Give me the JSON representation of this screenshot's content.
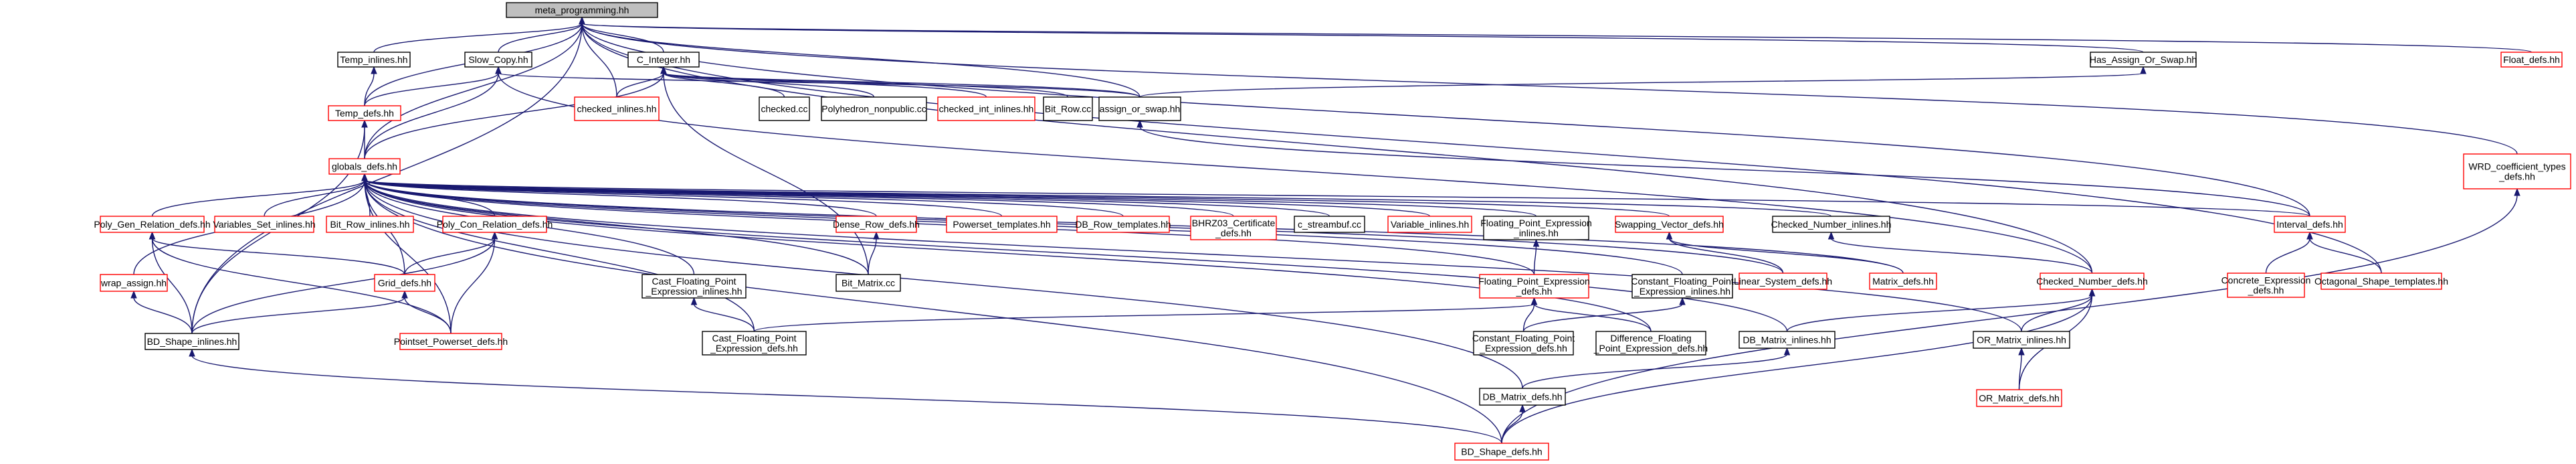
{
  "colors": {
    "edge": "#191970",
    "border_black": "#000000",
    "border_red": "#ff0000",
    "root_fill": "#bfbfbf",
    "fill": "#ffffff"
  },
  "nodes": [
    {
      "id": "meta",
      "lines": [
        "meta_programming.hh"
      ],
      "style": "root"
    },
    {
      "id": "temp_inl",
      "lines": [
        "Temp_inlines.hh"
      ],
      "style": "black"
    },
    {
      "id": "slow_copy",
      "lines": [
        "Slow_Copy.hh"
      ],
      "style": "black"
    },
    {
      "id": "c_integer",
      "lines": [
        "C_Integer.hh"
      ],
      "style": "black"
    },
    {
      "id": "has_assign",
      "lines": [
        "Has_Assign_Or_Swap.hh"
      ],
      "style": "black"
    },
    {
      "id": "float_defs",
      "lines": [
        "Float_defs.hh"
      ],
      "style": "red"
    },
    {
      "id": "temp_defs",
      "lines": [
        "Temp_defs.hh"
      ],
      "style": "red"
    },
    {
      "id": "checked_inl",
      "lines": [
        "checked_inlines.hh"
      ],
      "style": "red"
    },
    {
      "id": "checked_cc",
      "lines": [
        "checked.cc"
      ],
      "style": "black"
    },
    {
      "id": "polyhedron_np",
      "lines": [
        "Polyhedron_nonpublic.cc"
      ],
      "style": "black"
    },
    {
      "id": "checked_int_inl",
      "lines": [
        "checked_int_inlines.hh"
      ],
      "style": "red"
    },
    {
      "id": "bit_row_cc",
      "lines": [
        "Bit_Row.cc"
      ],
      "style": "black"
    },
    {
      "id": "assign_swap",
      "lines": [
        "assign_or_swap.hh"
      ],
      "style": "black"
    },
    {
      "id": "wrd_coef",
      "lines": [
        "WRD_coefficient_types",
        "_defs.hh"
      ],
      "style": "red"
    },
    {
      "id": "globals",
      "lines": [
        "globals_defs.hh"
      ],
      "style": "red"
    },
    {
      "id": "poly_gen",
      "lines": [
        "Poly_Gen_Relation_defs.hh"
      ],
      "style": "red"
    },
    {
      "id": "variables_set",
      "lines": [
        "Variables_Set_inlines.hh"
      ],
      "style": "red"
    },
    {
      "id": "bit_row_inl",
      "lines": [
        "Bit_Row_inlines.hh"
      ],
      "style": "red"
    },
    {
      "id": "poly_con",
      "lines": [
        "Poly_Con_Relation_defs.hh"
      ],
      "style": "red"
    },
    {
      "id": "dense_row",
      "lines": [
        "Dense_Row_defs.hh"
      ],
      "style": "red"
    },
    {
      "id": "powerset_tpl",
      "lines": [
        "Powerset_templates.hh"
      ],
      "style": "red"
    },
    {
      "id": "db_row_tpl",
      "lines": [
        "DB_Row_templates.hh"
      ],
      "style": "red"
    },
    {
      "id": "bhrz03",
      "lines": [
        "BHRZ03_Certificate",
        "_defs.hh"
      ],
      "style": "red"
    },
    {
      "id": "c_streambuf",
      "lines": [
        "c_streambuf.cc"
      ],
      "style": "black"
    },
    {
      "id": "variable_inl",
      "lines": [
        "Variable_inlines.hh"
      ],
      "style": "red"
    },
    {
      "id": "fpe_inl",
      "lines": [
        "Floating_Point_Expression",
        "_inlines.hh"
      ],
      "style": "black"
    },
    {
      "id": "swapping_vec",
      "lines": [
        "Swapping_Vector_defs.hh"
      ],
      "style": "red"
    },
    {
      "id": "checked_num_inl",
      "lines": [
        "Checked_Number_inlines.hh"
      ],
      "style": "black"
    },
    {
      "id": "interval_defs",
      "lines": [
        "Interval_defs.hh"
      ],
      "style": "red"
    },
    {
      "id": "wrap_assign",
      "lines": [
        "wrap_assign.hh"
      ],
      "style": "red"
    },
    {
      "id": "grid_defs",
      "lines": [
        "Grid_defs.hh"
      ],
      "style": "red"
    },
    {
      "id": "cast_fpe_inl",
      "lines": [
        "Cast_Floating_Point",
        "_Expression_inlines.hh"
      ],
      "style": "black"
    },
    {
      "id": "bit_matrix",
      "lines": [
        "Bit_Matrix.cc"
      ],
      "style": "black"
    },
    {
      "id": "fpe_defs",
      "lines": [
        "Floating_Point_Expression",
        "_defs.hh"
      ],
      "style": "red"
    },
    {
      "id": "const_fpe_inl",
      "lines": [
        "Constant_Floating_Point",
        "_Expression_inlines.hh"
      ],
      "style": "black"
    },
    {
      "id": "linear_sys",
      "lines": [
        "Linear_System_defs.hh"
      ],
      "style": "red"
    },
    {
      "id": "matrix_defs",
      "lines": [
        "Matrix_defs.hh"
      ],
      "style": "red"
    },
    {
      "id": "checked_num_defs",
      "lines": [
        "Checked_Number_defs.hh"
      ],
      "style": "red"
    },
    {
      "id": "concrete_expr",
      "lines": [
        "Concrete_Expression",
        "_defs.hh"
      ],
      "style": "red"
    },
    {
      "id": "octagonal",
      "lines": [
        "Octagonal_Shape_templates.hh"
      ],
      "style": "red"
    },
    {
      "id": "bd_shape_inl",
      "lines": [
        "BD_Shape_inlines.hh"
      ],
      "style": "black"
    },
    {
      "id": "pointset_pw",
      "lines": [
        "Pointset_Powerset_defs.hh"
      ],
      "style": "red"
    },
    {
      "id": "cast_fpe_defs",
      "lines": [
        "Cast_Floating_Point",
        "_Expression_defs.hh"
      ],
      "style": "black"
    },
    {
      "id": "const_fpe_defs",
      "lines": [
        "Constant_Floating_Point",
        "_Expression_defs.hh"
      ],
      "style": "black"
    },
    {
      "id": "diff_fpe",
      "lines": [
        "Difference_Floating",
        "_Point_Expression_defs.hh"
      ],
      "style": "black"
    },
    {
      "id": "db_matrix_inl",
      "lines": [
        "DB_Matrix_inlines.hh"
      ],
      "style": "black"
    },
    {
      "id": "or_matrix_inl",
      "lines": [
        "OR_Matrix_inlines.hh"
      ],
      "style": "black"
    },
    {
      "id": "db_matrix_defs",
      "lines": [
        "DB_Matrix_defs.hh"
      ],
      "style": "black"
    },
    {
      "id": "or_matrix_defs",
      "lines": [
        "OR_Matrix_defs.hh"
      ],
      "style": "red"
    },
    {
      "id": "bd_shape_defs",
      "lines": [
        "BD_Shape_defs.hh"
      ],
      "style": "red"
    }
  ],
  "edges": [
    [
      "meta",
      "temp_inl"
    ],
    [
      "meta",
      "slow_copy"
    ],
    [
      "meta",
      "c_integer"
    ],
    [
      "meta",
      "has_assign"
    ],
    [
      "meta",
      "float_defs"
    ],
    [
      "meta",
      "temp_defs"
    ],
    [
      "meta",
      "checked_inl"
    ],
    [
      "meta",
      "assign_swap"
    ],
    [
      "meta",
      "wrd_coef"
    ],
    [
      "meta",
      "globals"
    ],
    [
      "meta",
      "interval_defs"
    ],
    [
      "meta",
      "checked_num_defs"
    ],
    [
      "meta",
      "octagonal"
    ],
    [
      "meta",
      "bd_shape_inl"
    ],
    [
      "temp_inl",
      "temp_defs"
    ],
    [
      "slow_copy",
      "temp_defs"
    ],
    [
      "slow_copy",
      "globals"
    ],
    [
      "slow_copy",
      "assign_swap"
    ],
    [
      "slow_copy",
      "checked_num_defs"
    ],
    [
      "c_integer",
      "checked_inl"
    ],
    [
      "c_integer",
      "checked_cc"
    ],
    [
      "c_integer",
      "polyhedron_np"
    ],
    [
      "c_integer",
      "checked_int_inl"
    ],
    [
      "c_integer",
      "bit_row_cc"
    ],
    [
      "c_integer",
      "assign_swap"
    ],
    [
      "c_integer",
      "globals"
    ],
    [
      "c_integer",
      "bit_matrix"
    ],
    [
      "has_assign",
      "assign_swap"
    ],
    [
      "assign_swap",
      "interval_defs"
    ],
    [
      "temp_defs",
      "globals"
    ],
    [
      "temp_defs",
      "bd_shape_inl"
    ],
    [
      "globals",
      "poly_gen"
    ],
    [
      "globals",
      "variables_set"
    ],
    [
      "globals",
      "bit_row_inl"
    ],
    [
      "globals",
      "poly_con"
    ],
    [
      "globals",
      "dense_row"
    ],
    [
      "globals",
      "powerset_tpl"
    ],
    [
      "globals",
      "db_row_tpl"
    ],
    [
      "globals",
      "bhrz03"
    ],
    [
      "globals",
      "c_streambuf"
    ],
    [
      "globals",
      "variable_inl"
    ],
    [
      "globals",
      "fpe_inl"
    ],
    [
      "globals",
      "swapping_vec"
    ],
    [
      "globals",
      "checked_num_inl"
    ],
    [
      "globals",
      "interval_defs"
    ],
    [
      "globals",
      "wrap_assign"
    ],
    [
      "globals",
      "grid_defs"
    ],
    [
      "globals",
      "cast_fpe_inl"
    ],
    [
      "globals",
      "bit_matrix"
    ],
    [
      "globals",
      "fpe_defs"
    ],
    [
      "globals",
      "const_fpe_inl"
    ],
    [
      "globals",
      "linear_sys"
    ],
    [
      "globals",
      "matrix_defs"
    ],
    [
      "globals",
      "db_matrix_inl"
    ],
    [
      "globals",
      "or_matrix_inl"
    ],
    [
      "globals",
      "db_matrix_defs"
    ],
    [
      "globals",
      "diff_fpe"
    ],
    [
      "globals",
      "bd_shape_defs"
    ],
    [
      "globals",
      "pointset_pw"
    ],
    [
      "globals",
      "cast_fpe_defs"
    ],
    [
      "poly_gen",
      "grid_defs"
    ],
    [
      "poly_gen",
      "bd_shape_inl"
    ],
    [
      "poly_gen",
      "pointset_pw"
    ],
    [
      "poly_con",
      "grid_defs"
    ],
    [
      "poly_con",
      "bd_shape_inl"
    ],
    [
      "poly_con",
      "pointset_pw"
    ],
    [
      "dense_row",
      "bit_matrix"
    ],
    [
      "fpe_inl",
      "fpe_defs"
    ],
    [
      "swapping_vec",
      "linear_sys"
    ],
    [
      "swapping_vec",
      "matrix_defs"
    ],
    [
      "checked_num_inl",
      "checked_num_defs"
    ],
    [
      "interval_defs",
      "concrete_expr"
    ],
    [
      "interval_defs",
      "octagonal"
    ],
    [
      "wrap_assign",
      "bd_shape_inl"
    ],
    [
      "grid_defs",
      "bd_shape_inl"
    ],
    [
      "grid_defs",
      "pointset_pw"
    ],
    [
      "cast_fpe_inl",
      "cast_fpe_defs"
    ],
    [
      "fpe_defs",
      "cast_fpe_defs"
    ],
    [
      "fpe_defs",
      "const_fpe_defs"
    ],
    [
      "fpe_defs",
      "diff_fpe"
    ],
    [
      "const_fpe_inl",
      "const_fpe_defs"
    ],
    [
      "checked_num_defs",
      "db_matrix_inl"
    ],
    [
      "checked_num_defs",
      "or_matrix_inl"
    ],
    [
      "checked_num_defs",
      "or_matrix_defs"
    ],
    [
      "checked_num_defs",
      "bd_shape_defs"
    ],
    [
      "bd_shape_inl",
      "bd_shape_defs"
    ],
    [
      "db_matrix_inl",
      "db_matrix_defs"
    ],
    [
      "or_matrix_inl",
      "or_matrix_defs"
    ],
    [
      "db_matrix_defs",
      "bd_shape_defs"
    ],
    [
      "wrd_coef",
      "bd_shape_defs"
    ]
  ]
}
